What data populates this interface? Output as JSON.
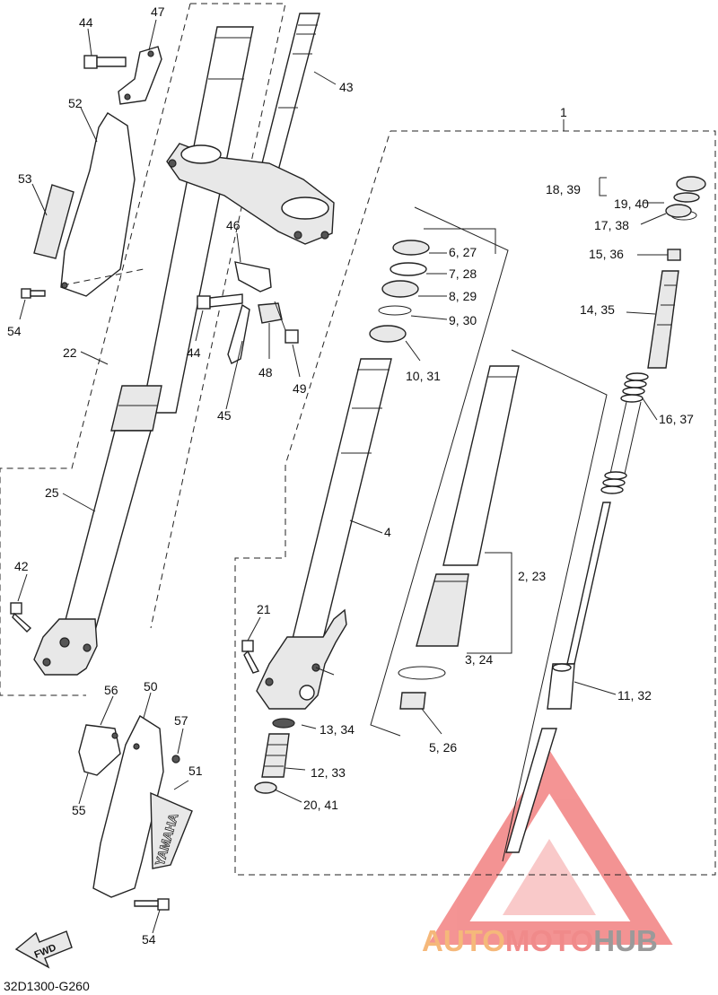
{
  "diagram_code": "32D1300-G260",
  "callouts": [
    {
      "id": "c1",
      "text": "1"
    },
    {
      "id": "c2",
      "text": "2, 23"
    },
    {
      "id": "c3",
      "text": "3, 24"
    },
    {
      "id": "c4",
      "text": "4"
    },
    {
      "id": "c5",
      "text": "5, 26"
    },
    {
      "id": "c6",
      "text": "6, 27"
    },
    {
      "id": "c7",
      "text": "7, 28"
    },
    {
      "id": "c8",
      "text": "8, 29"
    },
    {
      "id": "c9",
      "text": "9, 30"
    },
    {
      "id": "c10",
      "text": "10, 31"
    },
    {
      "id": "c11",
      "text": "11, 32"
    },
    {
      "id": "c12",
      "text": "12, 33"
    },
    {
      "id": "c13",
      "text": "13, 34"
    },
    {
      "id": "c14",
      "text": "14, 35"
    },
    {
      "id": "c15",
      "text": "15, 36"
    },
    {
      "id": "c16",
      "text": "16, 37"
    },
    {
      "id": "c17",
      "text": "17, 38"
    },
    {
      "id": "c18",
      "text": "18, 39"
    },
    {
      "id": "c19",
      "text": "19, 40"
    },
    {
      "id": "c20",
      "text": "20, 41"
    },
    {
      "id": "c21",
      "text": "21"
    },
    {
      "id": "c22",
      "text": "22"
    },
    {
      "id": "c25",
      "text": "25"
    },
    {
      "id": "c42",
      "text": "42"
    },
    {
      "id": "c43",
      "text": "43"
    },
    {
      "id": "c44a",
      "text": "44"
    },
    {
      "id": "c44b",
      "text": "44"
    },
    {
      "id": "c45",
      "text": "45"
    },
    {
      "id": "c46",
      "text": "46"
    },
    {
      "id": "c47",
      "text": "47"
    },
    {
      "id": "c48",
      "text": "48"
    },
    {
      "id": "c49",
      "text": "49"
    },
    {
      "id": "c50",
      "text": "50"
    },
    {
      "id": "c51",
      "text": "51"
    },
    {
      "id": "c52",
      "text": "52"
    },
    {
      "id": "c53",
      "text": "53"
    },
    {
      "id": "c54a",
      "text": "54"
    },
    {
      "id": "c54b",
      "text": "54"
    },
    {
      "id": "c55",
      "text": "55"
    },
    {
      "id": "c56",
      "text": "56"
    },
    {
      "id": "c57",
      "text": "57"
    }
  ],
  "guard_brand": "YAMAHA",
  "fwd_label": "FWD",
  "watermark": {
    "part1": "AUTO",
    "part2": "MOTO",
    "part3": "HUB",
    "color1": "#f5b87a",
    "color2": "#f08a8a",
    "color3": "#b0b0b0",
    "logo_color": "#f07070"
  }
}
